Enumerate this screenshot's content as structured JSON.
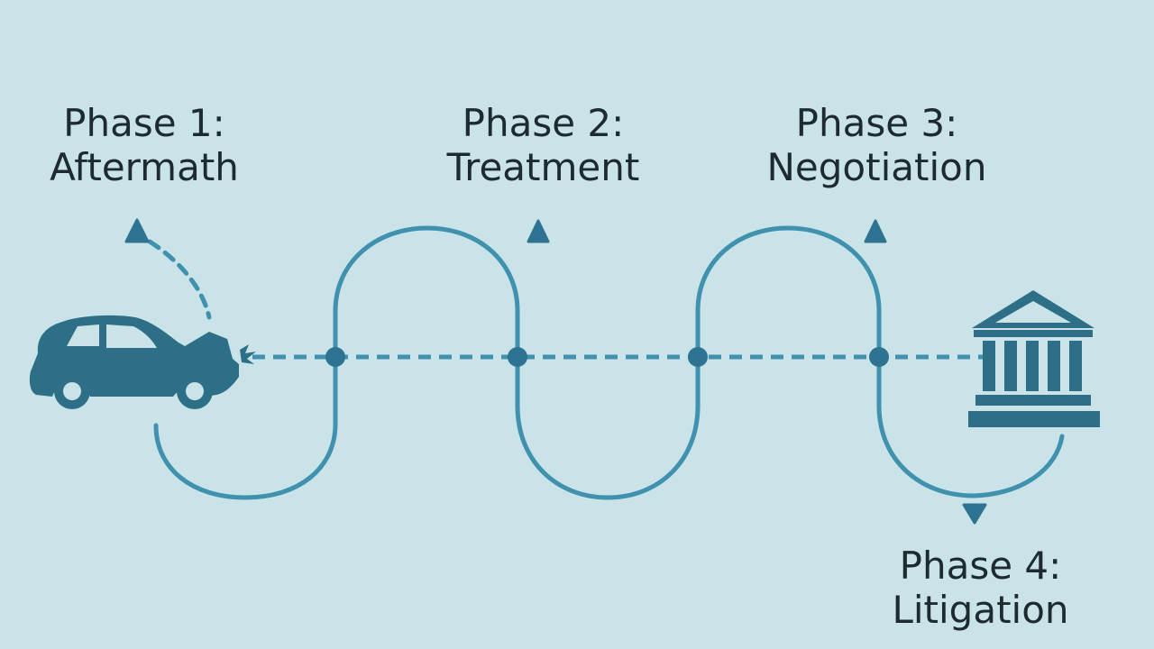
{
  "colors": {
    "background": "#c9e3e9",
    "path_line": "#3f91ad",
    "icon_fill": "#2c6f86",
    "marker_fill": "#2e7391",
    "text": "#1d2a30"
  },
  "phases": [
    {
      "title": "Phase 1:",
      "name": "Aftermath"
    },
    {
      "title": "Phase 2:",
      "name": "Treatment"
    },
    {
      "title": "Phase 3:",
      "name": "Negotiation"
    },
    {
      "title": "Phase 4:",
      "name": "Litigation"
    }
  ],
  "icons": {
    "start": "crashed-car-icon",
    "end": "courthouse-icon",
    "marker": "triangle-marker-icon"
  }
}
